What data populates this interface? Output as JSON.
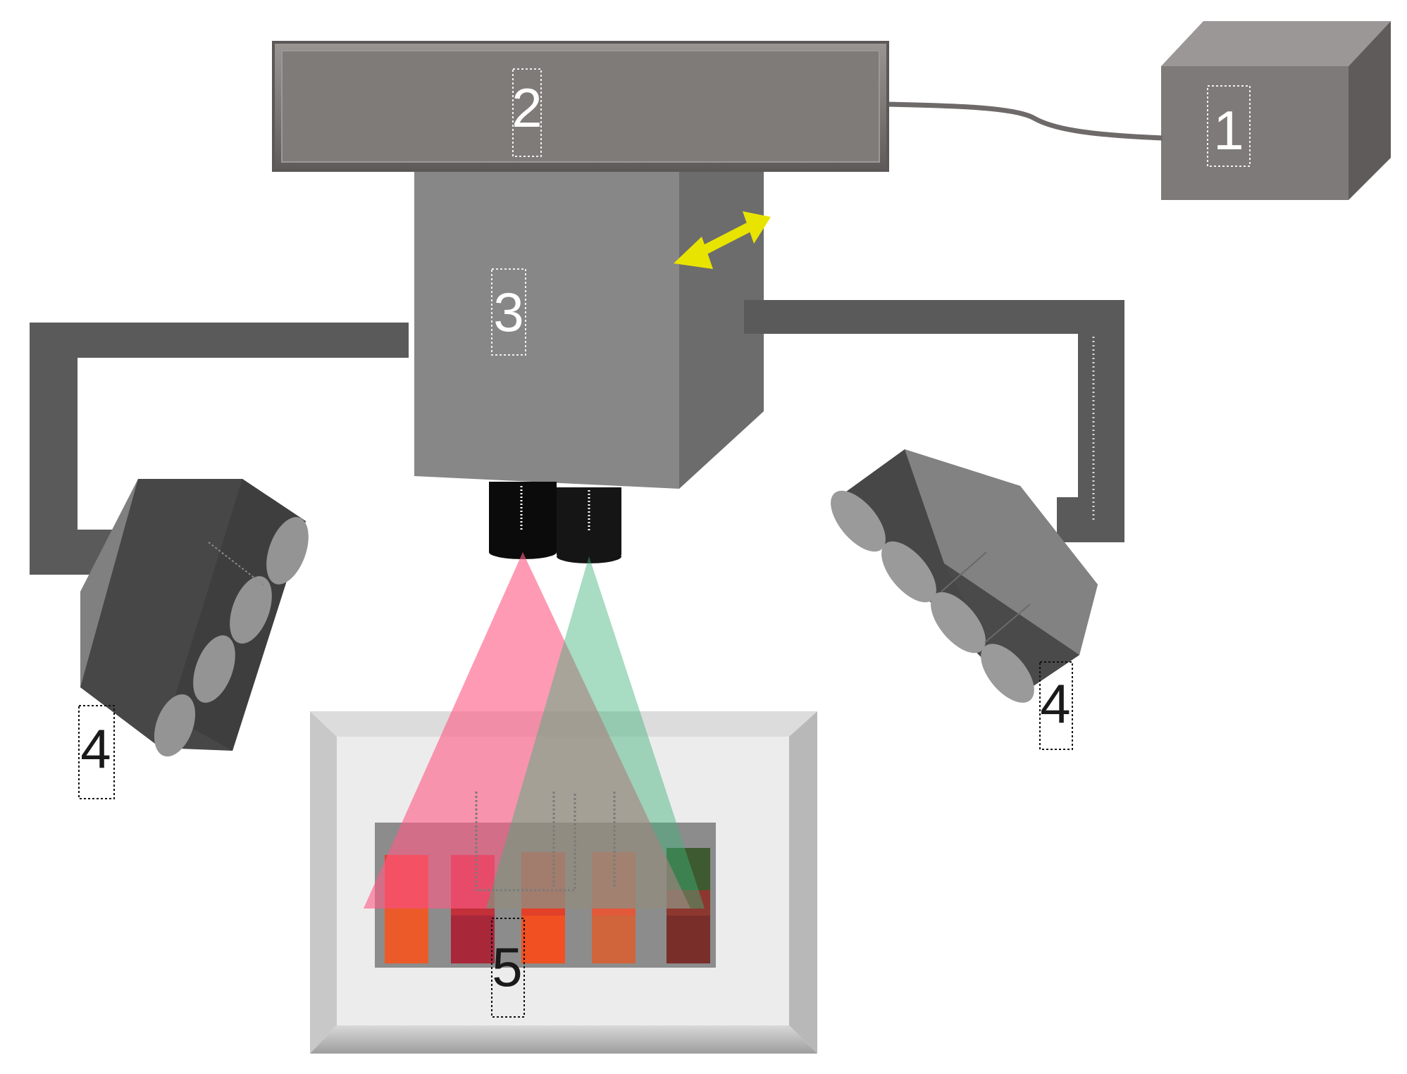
{
  "labels": {
    "controller": "1",
    "rail": "2",
    "camera_body": "3",
    "light_left": "4",
    "light_right": "4",
    "sample": "5"
  },
  "colors": {
    "background": "#ffffff",
    "rail": "#7d7977",
    "controller": "#7e7a79",
    "camera_body": "#878787",
    "arm": "#5a5a5a",
    "light_dark": "#474747",
    "light_mid": "#808080",
    "lens": "#0b0b0b",
    "beam_red": "#ff7a99",
    "beam_green": "#69c79b",
    "arrow": "#e8e400",
    "tray": "#ececec"
  },
  "icons": {
    "motion_arrow": "double-headed-arrow-icon"
  }
}
